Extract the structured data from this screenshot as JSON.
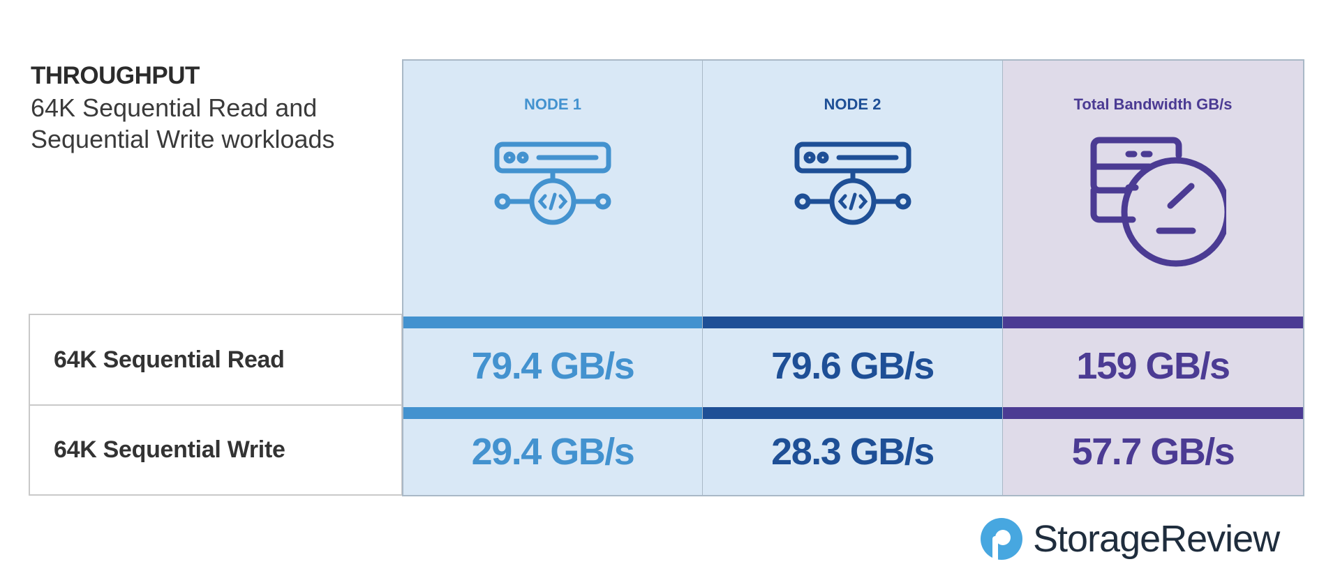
{
  "heading": {
    "title": "THROUGHPUT",
    "subtitle": "64K Sequential Read and Sequential Write workloads"
  },
  "rows": [
    {
      "label": "64K Sequential Read"
    },
    {
      "label": "64K Sequential Write"
    }
  ],
  "columns": [
    {
      "header": "NODE 1",
      "icon": "server-node-icon",
      "color": "#4392cf",
      "read": "79.4 GB/s",
      "write": "29.4 GB/s"
    },
    {
      "header": "NODE 2",
      "icon": "server-node-icon",
      "color": "#1e4f96",
      "read": "79.6 GB/s",
      "write": "28.3 GB/s"
    },
    {
      "header": "Total Bandwidth GB/s",
      "icon": "storage-gauge-icon",
      "color": "#4b3b93",
      "read": "159 GB/s",
      "write": "57.7 GB/s"
    }
  ],
  "logo": {
    "text": "StorageReview",
    "icon": "storagereview-logo-icon",
    "color": "#47a7e0"
  },
  "chart_data": {
    "type": "table",
    "title": "THROUGHPUT",
    "subtitle": "64K Sequential Read and Sequential Write workloads",
    "categories": [
      "64K Sequential Read",
      "64K Sequential Write"
    ],
    "series": [
      {
        "name": "NODE 1",
        "values": [
          79.4,
          29.4
        ]
      },
      {
        "name": "NODE 2",
        "values": [
          79.6,
          28.3
        ]
      },
      {
        "name": "Total Bandwidth GB/s",
        "values": [
          159,
          57.7
        ]
      }
    ],
    "unit": "GB/s"
  }
}
